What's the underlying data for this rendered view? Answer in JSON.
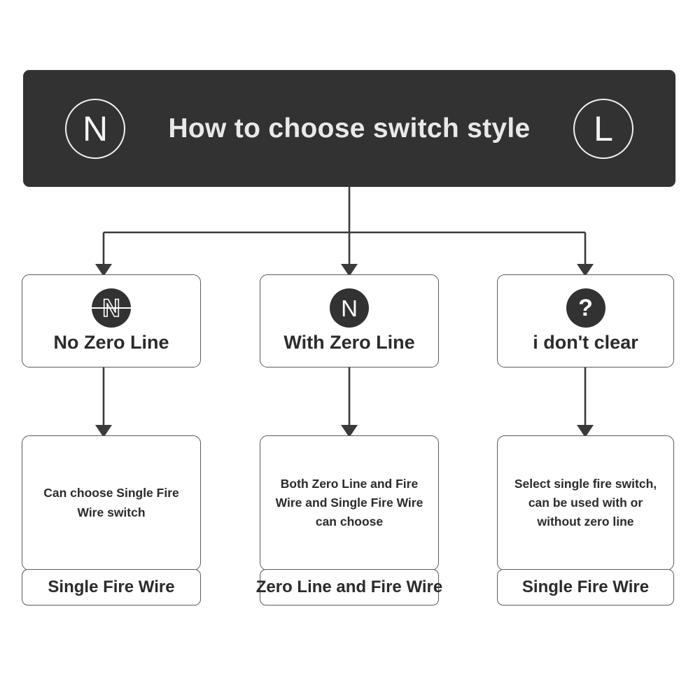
{
  "header": {
    "title": "How to choose switch style",
    "left_badge": "N",
    "right_badge": "L",
    "background_color": "#333233",
    "text_color": "#e9e9e9"
  },
  "branches": [
    {
      "id": "no-zero-line",
      "icon": "n-strikethrough-icon",
      "icon_glyph": "N",
      "label": "No Zero Line",
      "result_description": "Can choose Single Fire Wire switch",
      "result_label": "Single Fire Wire"
    },
    {
      "id": "with-zero-line",
      "icon": "n-icon",
      "icon_glyph": "N",
      "label": "With Zero Line",
      "result_description": "Both Zero Line and Fire Wire and Single Fire Wire can choose",
      "result_label": "Zero Line and Fire Wire"
    },
    {
      "id": "i-dont-clear",
      "icon": "question-mark-icon",
      "icon_glyph": "?",
      "label": "i don't clear",
      "result_description": "Select single fire switch, can be used with or without zero line",
      "result_label": "Single Fire Wire"
    }
  ],
  "colors": {
    "page_background": "#ffffff",
    "box_border": "#5a5a5a",
    "connector": "#3a3a3a",
    "icon_fill": "#333233"
  }
}
